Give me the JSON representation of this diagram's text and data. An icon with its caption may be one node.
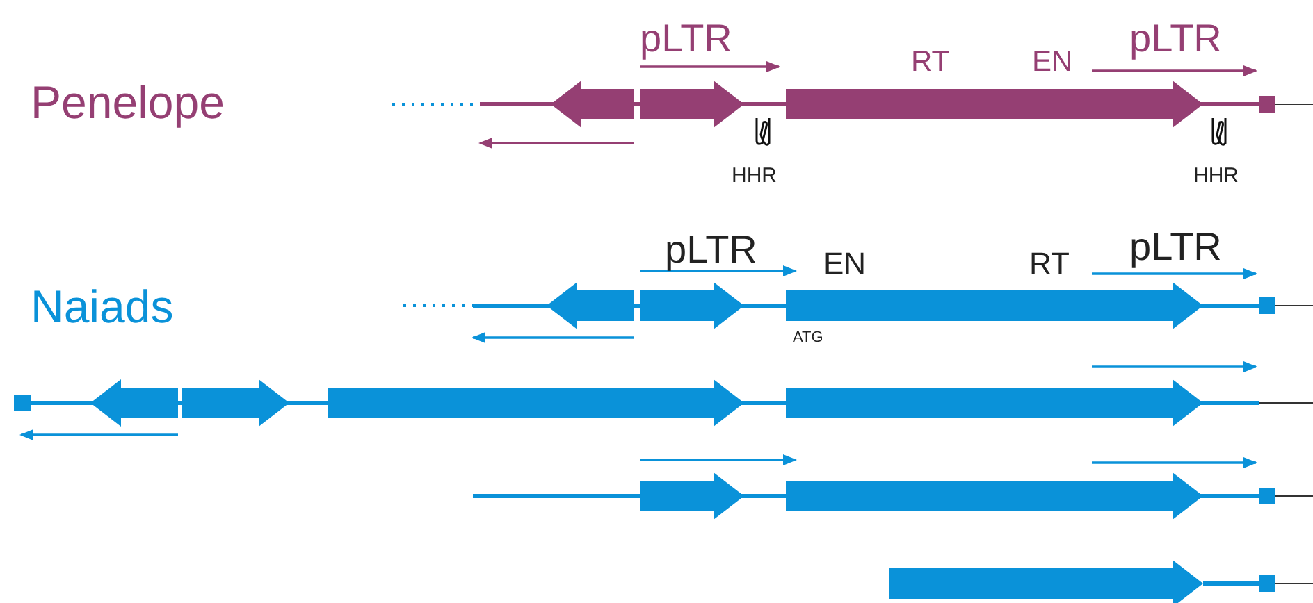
{
  "diagram": {
    "labels": [
      "Penelope",
      "pLTR",
      "RT",
      "EN",
      "pLTR",
      "HHR",
      "HHR",
      "Naiads",
      "pLTR",
      "EN",
      "RT",
      "pLTR",
      "ATG"
    ]
  }
}
